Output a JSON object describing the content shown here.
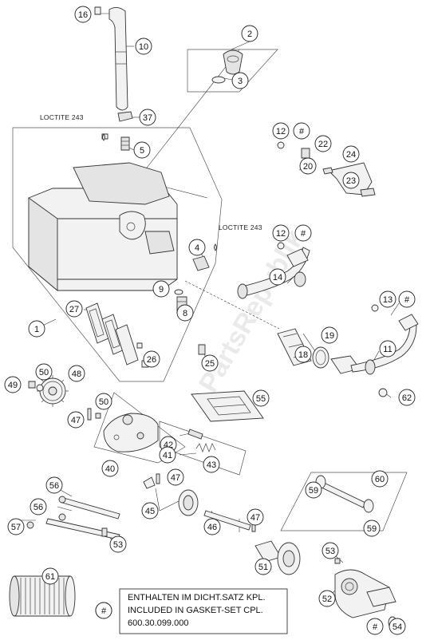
{
  "loctite": [
    "LOCTITE 243",
    "LOCTITE 243"
  ],
  "watermark": "PartsRepublik",
  "note": {
    "symbol": "#",
    "lines": [
      "ENTHALTEN IM DICHT.SATZ KPL.",
      "INCLUDED IN GASKET-SET CPL.",
      "600.30.099.000"
    ]
  },
  "callouts": [
    "16",
    "10",
    "2",
    "3",
    "37",
    "5",
    "12",
    "#",
    "22",
    "20",
    "24",
    "23",
    "4",
    "12",
    "#",
    "14",
    "9",
    "8",
    "27",
    "1",
    "13",
    "#",
    "19",
    "18",
    "11",
    "26",
    "25",
    "50",
    "49",
    "48",
    "62",
    "47",
    "55",
    "50",
    "42",
    "41",
    "43",
    "40",
    "59",
    "60",
    "47",
    "56",
    "45",
    "56",
    "59",
    "57",
    "46",
    "47",
    "53",
    "51",
    "61",
    "53",
    "52",
    "#",
    "#",
    "54"
  ]
}
